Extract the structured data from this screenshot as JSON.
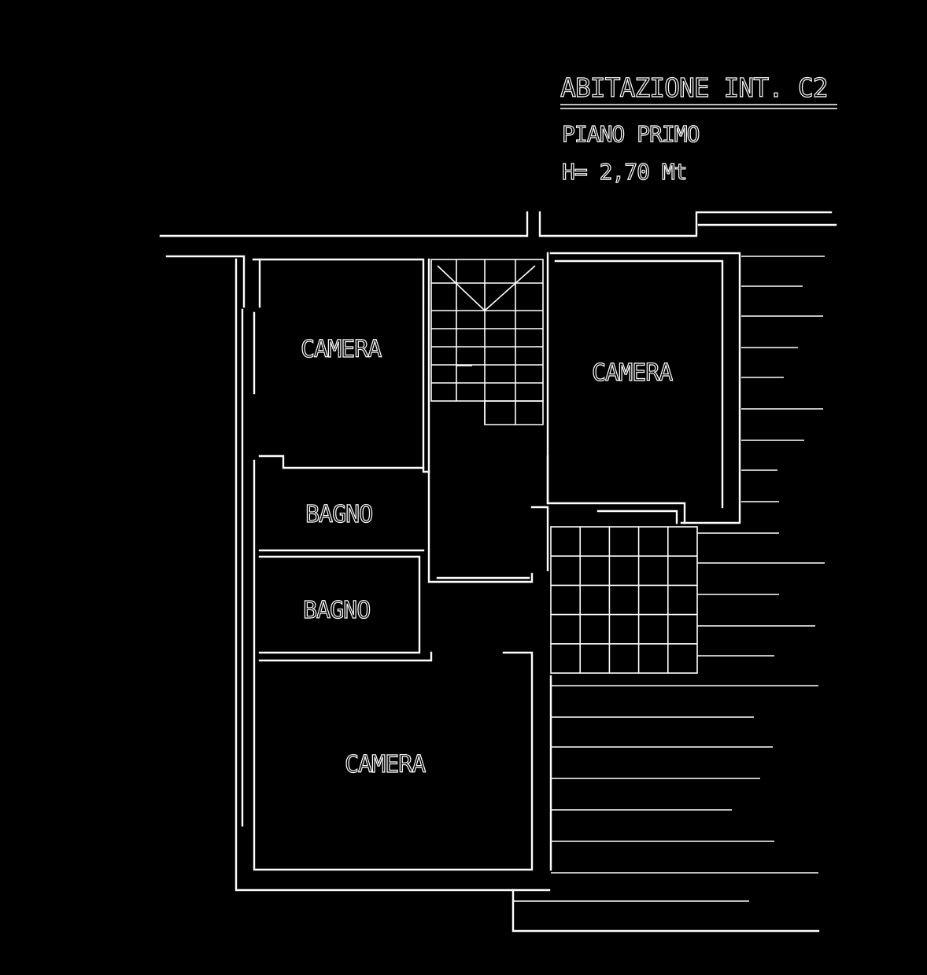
{
  "title": "ABITAZIONE INT. C2",
  "floor": "PIANO PRIMO",
  "height": "H= 2,70 Mt",
  "rooms": {
    "camera_top_left": "CAMERA",
    "camera_top_right": "CAMERA",
    "bagno_upper": "BAGNO",
    "bagno_lower": "BAGNO",
    "camera_bottom": "CAMERA"
  },
  "colors": {
    "background": "#000000",
    "lines": "#ffffff"
  }
}
